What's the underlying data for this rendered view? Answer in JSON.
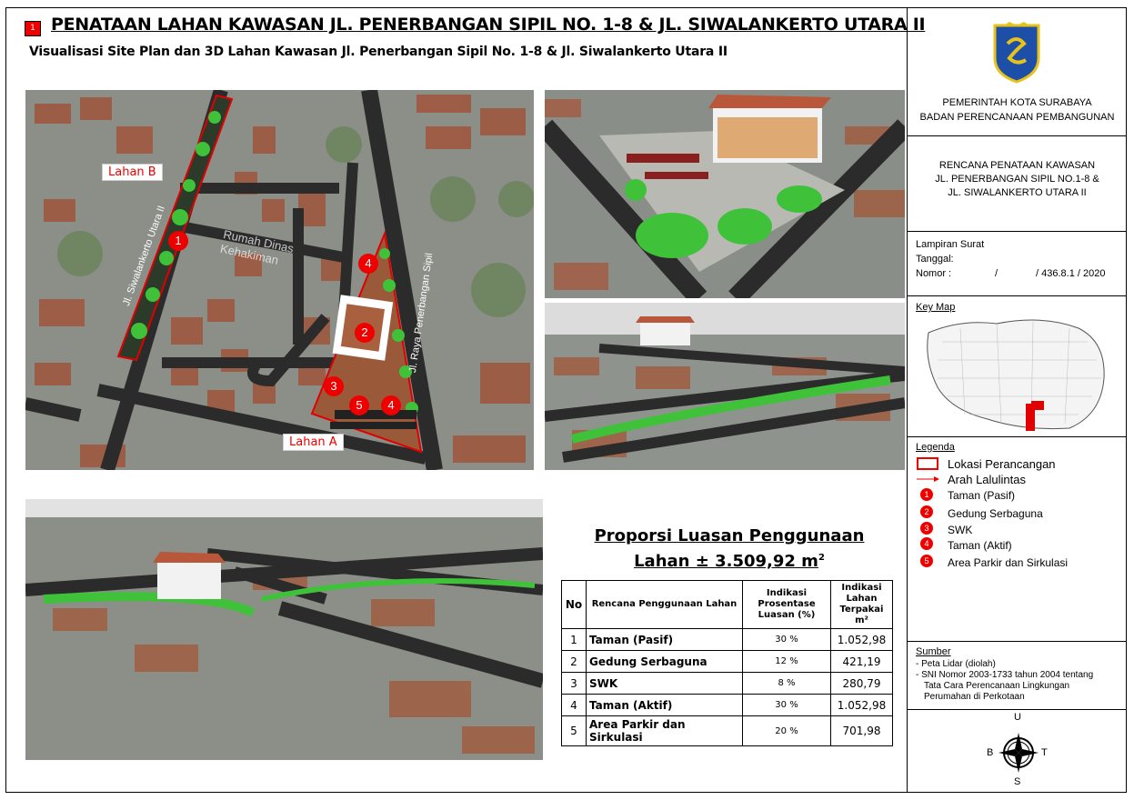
{
  "header": {
    "badge": "1",
    "title": "PENATAAN LAHAN KAWASAN JL. PENERBANGAN SIPIL NO. 1-8 & JL. SIWALANKERTO UTARA II",
    "subtitle": "Visualisasi Site Plan dan 3D Lahan Kawasan Jl. Penerbangan Sipil No. 1-8 & Jl. Siwalankerto Utara II"
  },
  "siteplan": {
    "lahan_b": "Lahan B",
    "lahan_a": "Lahan A",
    "street_left": "Jl. Siwalankerto Utara II",
    "street_right": "Jl. Raya Penerbangan Sipil",
    "area_label": "Rumah Dinas Kehakiman",
    "markers": [
      "1",
      "4",
      "2",
      "3",
      "5",
      "4"
    ]
  },
  "proportion": {
    "title_line1": "Proporsi Luasan Penggunaan",
    "title_line2": "Lahan ± 3.509,92 m",
    "title_sup": "2",
    "headers": {
      "no": "No",
      "rencana": "Rencana Penggunaan Lahan",
      "prosentase": "Indikasi Prosentase Luasan (%)",
      "terpakai": "Indikasi Lahan Terpakai m²"
    },
    "rows": [
      {
        "no": "1",
        "name": "Taman (Pasif)",
        "pct": "30 %",
        "area": "1.052,98"
      },
      {
        "no": "2",
        "name": "Gedung Serbaguna",
        "pct": "12 %",
        "area": "421,19"
      },
      {
        "no": "3",
        "name": "SWK",
        "pct": "8 %",
        "area": "280,79"
      },
      {
        "no": "4",
        "name": "Taman (Aktif)",
        "pct": "30 %",
        "area": "1.052,98"
      },
      {
        "no": "5",
        "name": "Area Parkir dan Sirkulasi",
        "pct": "20 %",
        "area": "701,98"
      }
    ]
  },
  "sidebar": {
    "org_line1": "PEMERINTAH KOTA SURABAYA",
    "org_line2": "BADAN PERENCANAAN PEMBANGUNAN",
    "plan_line1": "RENCANA PENATAAN KAWASAN",
    "plan_line2": "JL. PENERBANGAN SIPIL NO.1-8 &",
    "plan_line3": "JL. SIWALANKERTO UTARA II",
    "lampiran": "Lampiran Surat",
    "tanggal": "Tanggal:",
    "nomor_label": "Nomor :",
    "nomor_slash": "/",
    "nomor_value": "/ 436.8.1 / 2020",
    "keymap_title": "Key Map",
    "legend_title": "Legenda",
    "legend_lokasi": "Lokasi Perancangan",
    "legend_arah": "Arah Lalulintas",
    "legend_items": [
      {
        "num": "1",
        "label": "Taman (Pasif)"
      },
      {
        "num": "2",
        "label": "Gedung Serbaguna"
      },
      {
        "num": "3",
        "label": "SWK"
      },
      {
        "num": "4",
        "label": "Taman (Aktif)"
      },
      {
        "num": "5",
        "label": "Area Parkir dan Sirkulasi"
      }
    ],
    "sumber_title": "Sumber",
    "sumber_1": "- Peta Lidar (diolah)",
    "sumber_2": "- SNI Nomor 2003-1733 tahun 2004 tentang",
    "sumber_3": "Tata Cara Perencanaan Lingkungan",
    "sumber_4": "Perumahan di Perkotaan",
    "compass": {
      "n": "U",
      "s": "S",
      "e": "T",
      "w": "B"
    }
  },
  "colors": {
    "accent_red": "#e00000",
    "road": "#2b2b2b",
    "green": "#3fc23a",
    "roof": "#b8573a",
    "ground": "#8a8f86"
  }
}
